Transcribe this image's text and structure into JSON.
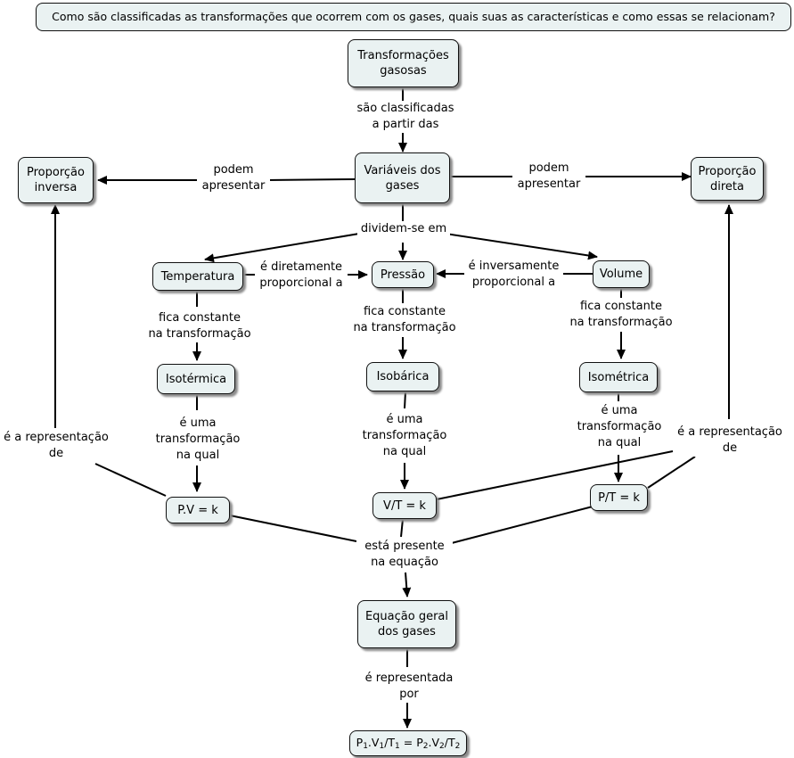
{
  "question": "Como são classificadas as transformações que ocorrem com os gases, quais suas as características e como essas se relacionam?",
  "nodes": {
    "transformacoes": "Transformações\ngasosas",
    "variaveis": "Variáveis dos\ngases",
    "proporcao_inversa": "Proporção\ninversa",
    "proporcao_direta": "Proporção\ndireta",
    "temperatura": "Temperatura",
    "pressao": "Pressão",
    "volume": "Volume",
    "isotermica": "Isotérmica",
    "isobarica": "Isobárica",
    "isometrica": "Isométrica",
    "pv": "P.V = k",
    "vt": "V/T = k",
    "pt": "P/T = k",
    "equacao": "Equação geral\ndos gases",
    "formula": {
      "p1": "P",
      "s1": "1",
      "v1": ".V",
      "s2": "1",
      "t1": "/T",
      "s3": "1",
      "eq": " = P",
      "s4": "2",
      "v2": ".V",
      "s5": "2",
      "t2": "/T",
      "s6": "2"
    }
  },
  "links": {
    "classificadas": "são classificadas\na partir das",
    "podem_esq": "podem\napresentar",
    "podem_dir": "podem\napresentar",
    "dividem": "dividem-se em",
    "diretamente": "é diretamente\nproporcional a",
    "inversamente": "é inversamente\nproporcional a",
    "fica_temp": "fica constante\nna transformação",
    "fica_press": "fica constante\nna transformação",
    "fica_vol": "fica constante\nna transformação",
    "uma_isoterm": "é uma\ntransformação\nna qual",
    "uma_isobar": "é uma\ntransformação\nna qual",
    "uma_isometr": "é uma\ntransformação\nna qual",
    "representacao_esq": "é a representação\nde",
    "representacao_dir": "é a representação\nde",
    "presente": "está presente\nna equação",
    "representada": "é representada\npor"
  }
}
